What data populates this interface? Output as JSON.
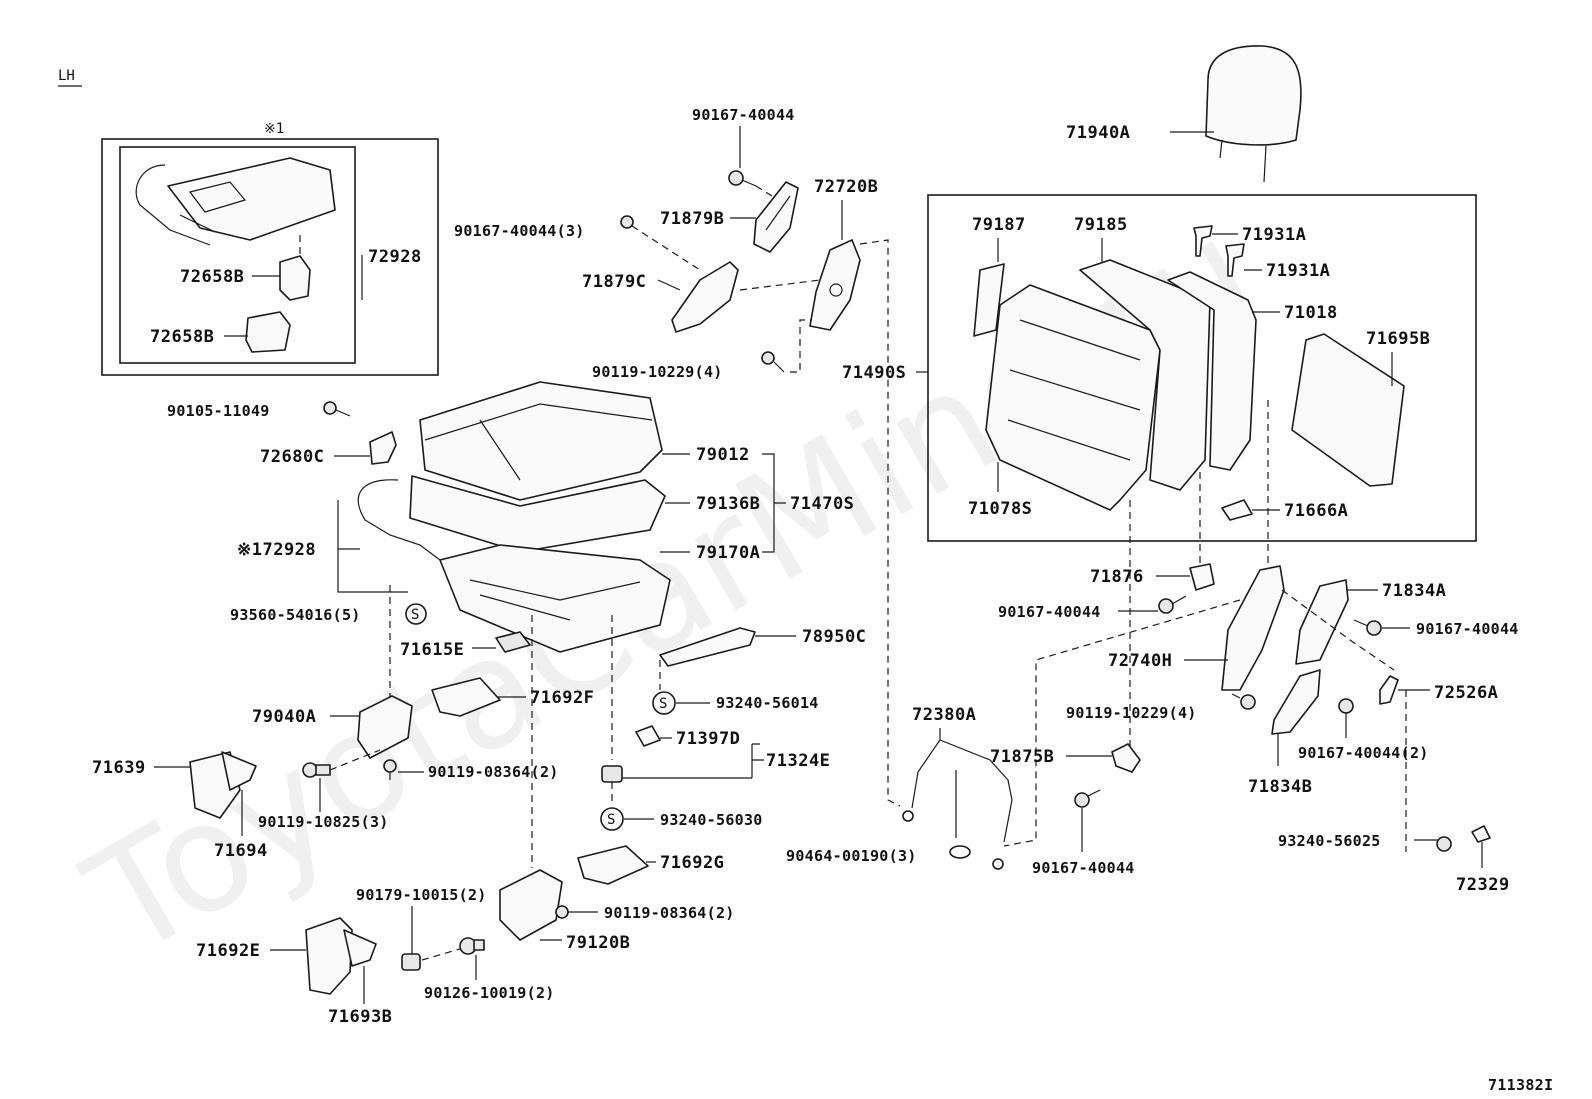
{
  "side_label": "LH",
  "note_marker": "※1",
  "footer_code": "711382I",
  "watermark": "ToyotaCarMine.ru",
  "circle_symbol": "S",
  "labels": {
    "p72928_inset": "72928",
    "p72658b_a": "72658B",
    "p72658b_b": "72658B",
    "p90105_11049": "90105-11049",
    "p72680c": "72680C",
    "p79012": "79012",
    "p79136b": "79136B",
    "p71470s": "71470S",
    "p79170a": "79170A",
    "p_note72928": "※172928",
    "p93560_54016": "93560-54016(5)",
    "p71615e": "71615E",
    "p78950c": "78950C",
    "p93240_56014": "93240-56014",
    "p71692f": "71692F",
    "p79040a": "79040A",
    "p71639": "71639",
    "p90119_08364_a": "90119-08364(2)",
    "p90119_10825": "90119-10825(3)",
    "p71694": "71694",
    "p71397d": "71397D",
    "p71324e": "71324E",
    "p93240_56030": "93240-56030",
    "p71692g": "71692G",
    "p90179_10015": "90179-10015(2)",
    "p90119_08364_b": "90119-08364(2)",
    "p71692e": "71692E",
    "p79120b": "79120B",
    "p90126_10019": "90126-10019(2)",
    "p71693b": "71693B",
    "p90167_40044_top": "90167-40044",
    "p90167_40044_3": "90167-40044(3)",
    "p71879b": "71879B",
    "p72720b": "72720B",
    "p71879c": "71879C",
    "p90119_10229_a": "90119-10229(4)",
    "p71490s": "71490S",
    "p71940a": "71940A",
    "p79187": "79187",
    "p79185": "79185",
    "p71931a_a": "71931A",
    "p71931a_b": "71931A",
    "p71018": "71018",
    "p71695b": "71695B",
    "p71078s": "71078S",
    "p71666a": "71666A",
    "p71876": "71876",
    "p90167_40044_c": "90167-40044",
    "p71834a": "71834A",
    "p90167_40044_d": "90167-40044",
    "p72740h": "72740H",
    "p72526a": "72526A",
    "p90119_10229_b": "90119-10229(4)",
    "p90167_40044_2": "90167-40044(2)",
    "p72380a": "72380A",
    "p71875b": "71875B",
    "p71834b": "71834B",
    "p90464_00190": "90464-00190(3)",
    "p90167_40044_e": "90167-40044",
    "p93240_56025": "93240-56025",
    "p72329": "72329"
  }
}
